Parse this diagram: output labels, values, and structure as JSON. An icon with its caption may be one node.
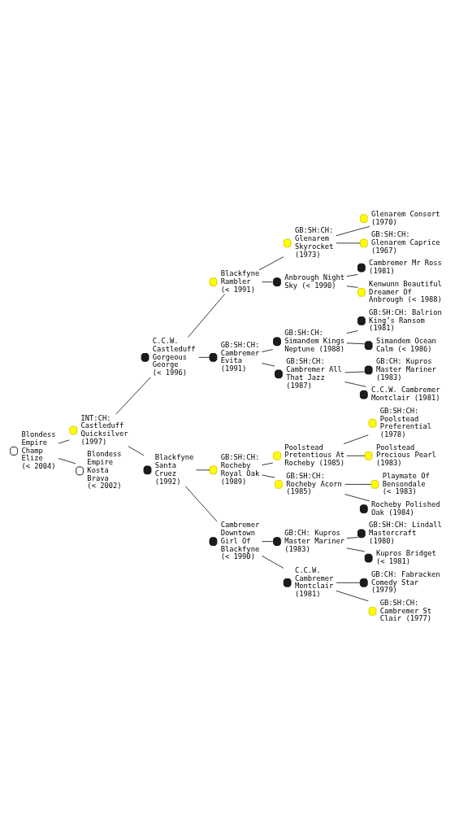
{
  "diagram": {
    "nodes": [
      {
        "text": [
          "Glenarem Consort (1970)"
        ]
      },
      {
        "text": [
          "GB:SH:CH: Glenarem Skyrocket (1973)"
        ]
      },
      {
        "text": [
          "GB:SH:CH: Glenarem Caprice (1967)"
        ]
      },
      {
        "text": [
          "Blackfyne Rambler (< 1991)"
        ]
      },
      {
        "text": [
          "Cambremer Mr Ross (1981)"
        ]
      },
      {
        "text": [
          "Anbrough Night Sky (< 1990)"
        ]
      },
      {
        "text": [
          "Kenwunn Beautiful Dreamer Of Anbrough (< 1988)"
        ]
      },
      {
        "text": [
          "C.C.W. Castleduff Gorgeous George (< 1996)"
        ]
      },
      {
        "text": [
          "GB:SH:CH: Balrion King’s Ransom (1981)"
        ]
      },
      {
        "text": [
          "GB:SH:CH: Simandem Kings Neptune (1988)"
        ]
      },
      {
        "text": [
          "Simandem Ocean Calm (< 1986)"
        ]
      },
      {
        "text": [
          "GB:SH:CH: Cambremer Evita (1991)"
        ]
      },
      {
        "text": [
          "GB:CH: Kupros Master Mariner (1983)"
        ]
      },
      {
        "text": [
          "GB:SH:CH: Cambremer All That Jazz  (1987)"
        ]
      },
      {
        "text": [
          "C.C.W. Cambremer Montclair (1981)"
        ]
      },
      {
        "text": [
          "INT:CH: Castleduff Quicksilver (1997)"
        ]
      },
      {
        "text": [
          "GB:SH:CH: Poolstead Preferential (1978)"
        ]
      },
      {
        "text": [
          "Poolstead Pretentious At Rocheby (1985)"
        ]
      },
      {
        "text": [
          "Poolstead Precious Pearl (1983)"
        ]
      },
      {
        "text": [
          "GB:SH:CH: Rocheby Royal Oak (1989)"
        ]
      },
      {
        "text": [
          "Playmate Of Bensondale (< 1983)"
        ]
      },
      {
        "text": [
          "GB:SH:CH: Rocheby Acorn (1985)"
        ]
      },
      {
        "text": [
          "Rocheby Polished Oak (1984)"
        ]
      },
      {
        "text": [
          "Blackfyne Santa Cruez (1992)"
        ]
      },
      {
        "text": [
          "GB:SH:CH: Lindall Mastercraft (1980)"
        ]
      },
      {
        "text": [
          "GB:CH: Kupros Master Mariner (1983)"
        ]
      },
      {
        "text": [
          "Kupros Bridget (< 1981)"
        ]
      },
      {
        "text": [
          "Cambremer Downtown Girl Of Blackfyne (< 1990)"
        ]
      },
      {
        "text": [
          "GB:CH: Fabracken Comedy Star (1979)"
        ]
      },
      {
        "text": [
          "C.C.W. Cambremer Montclair (1981)"
        ]
      },
      {
        "text": [
          "GB:SH:CH: Cambremer St Clair (1977)"
        ]
      },
      {
        "text": [
          "Blondess Empire Champ Elize (< 2004)"
        ]
      },
      {
        "text": [
          "Blondess Empire Kosta Brava (< 2002)"
        ]
      }
    ],
    "edges": [
      {
        "from": 31,
        "to": 15,
        "arrow": "none"
      },
      {
        "from": 15,
        "to": 7,
        "arrow": "none"
      },
      {
        "from": 7,
        "to": 3,
        "arrow": "none"
      },
      {
        "from": 3,
        "to": 1,
        "arrow": "none"
      },
      {
        "from": 1,
        "to": 0,
        "arrow": "none"
      },
      {
        "from": 1,
        "to": 2,
        "arrow": "none"
      },
      {
        "from": 3,
        "to": 5,
        "arrow": "none"
      },
      {
        "from": 5,
        "to": 4,
        "arrow": "none"
      },
      {
        "from": 5,
        "to": 6,
        "arrow": "none"
      },
      {
        "from": 7,
        "to": 11,
        "arrow": "none"
      },
      {
        "from": 11,
        "to": 9,
        "arrow": "none"
      },
      {
        "from": 9,
        "to": 8,
        "arrow": "none"
      },
      {
        "from": 9,
        "to": 10,
        "arrow": "none"
      },
      {
        "from": 11,
        "to": 13,
        "arrow": "none"
      },
      {
        "from": 13,
        "to": 12,
        "arrow": "none"
      },
      {
        "from": 13,
        "to": 14,
        "arrow": "none"
      },
      {
        "from": 15,
        "to": 23,
        "arrow": "none"
      },
      {
        "from": 23,
        "to": 19,
        "arrow": "none"
      },
      {
        "from": 19,
        "to": 17,
        "arrow": "none"
      },
      {
        "from": 17,
        "to": 16,
        "arrow": "none"
      },
      {
        "from": 17,
        "to": 18,
        "arrow": "none"
      },
      {
        "from": 19,
        "to": 21,
        "arrow": "none"
      },
      {
        "from": 21,
        "to": 20,
        "arrow": "none"
      },
      {
        "from": 21,
        "to": 22,
        "arrow": "none"
      },
      {
        "from": 23,
        "to": 27,
        "arrow": "none"
      },
      {
        "from": 27,
        "to": 25,
        "arrow": "none"
      },
      {
        "from": 25,
        "to": 24,
        "arrow": "none"
      },
      {
        "from": 25,
        "to": 26,
        "arrow": "none"
      },
      {
        "from": 27,
        "to": 29,
        "arrow": "none"
      },
      {
        "from": 29,
        "to": 28,
        "arrow": "none"
      },
      {
        "from": 29,
        "to": 30,
        "arrow": "none"
      },
      {
        "from": 31,
        "to": 32,
        "arrow": "none"
      }
    ]
  }
}
